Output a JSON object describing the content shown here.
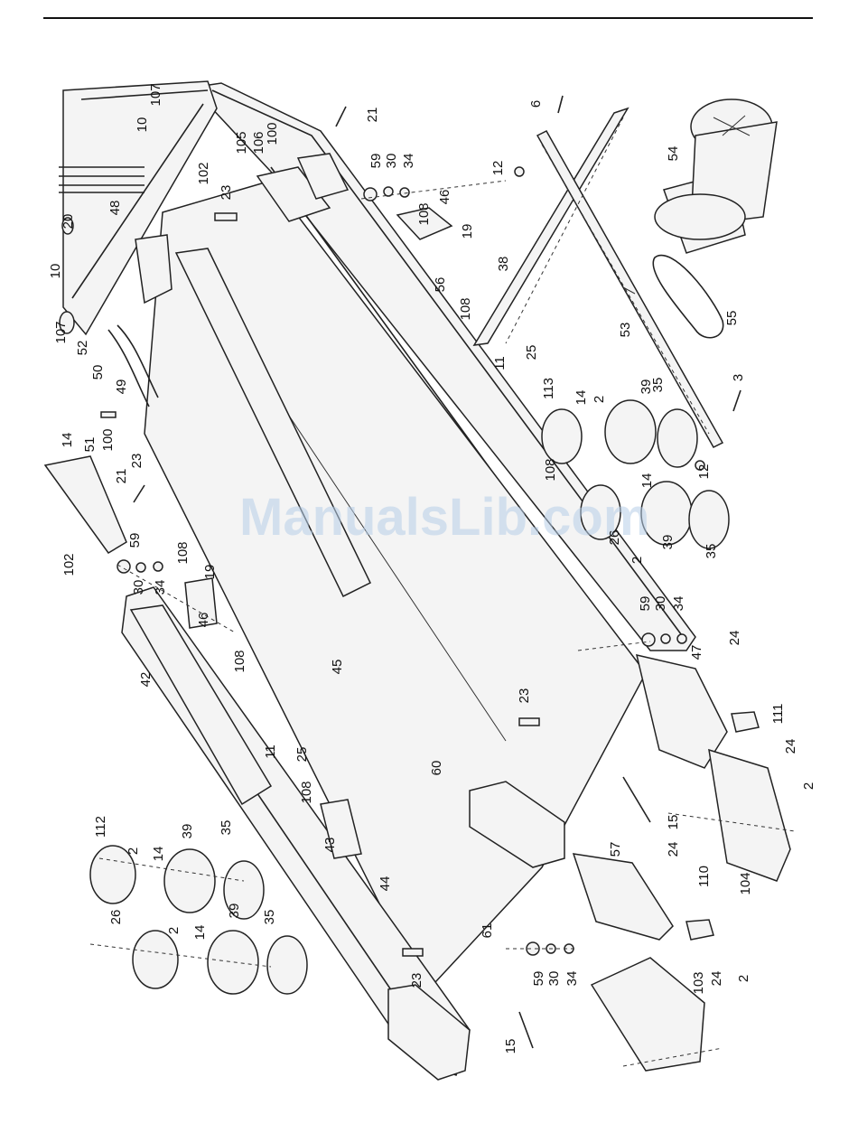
{
  "diagram": {
    "part_labels": [
      "6",
      "12",
      "38",
      "53",
      "54",
      "55",
      "3",
      "12",
      "113",
      "14",
      "2",
      "39",
      "35",
      "108",
      "11",
      "25",
      "108",
      "56",
      "46",
      "19",
      "108",
      "59",
      "30",
      "34",
      "100",
      "106",
      "105",
      "21",
      "102",
      "23",
      "10",
      "107",
      "20",
      "48",
      "10",
      "107",
      "52",
      "50",
      "49",
      "100",
      "14",
      "51",
      "21",
      "23",
      "102",
      "59",
      "30",
      "34",
      "108",
      "19",
      "46",
      "108",
      "42",
      "45",
      "11",
      "25",
      "108",
      "43",
      "44",
      "60",
      "23",
      "26",
      "14",
      "2",
      "39",
      "35",
      "59",
      "30",
      "34",
      "47",
      "24",
      "111",
      "24",
      "2",
      "104",
      "15",
      "57",
      "24",
      "110",
      "103",
      "24",
      "2",
      "61",
      "23",
      "15",
      "59",
      "30",
      "34",
      "112",
      "2",
      "14",
      "39",
      "35",
      "26",
      "2",
      "14",
      "39",
      "35"
    ]
  },
  "watermark": "ManualsLib.com"
}
